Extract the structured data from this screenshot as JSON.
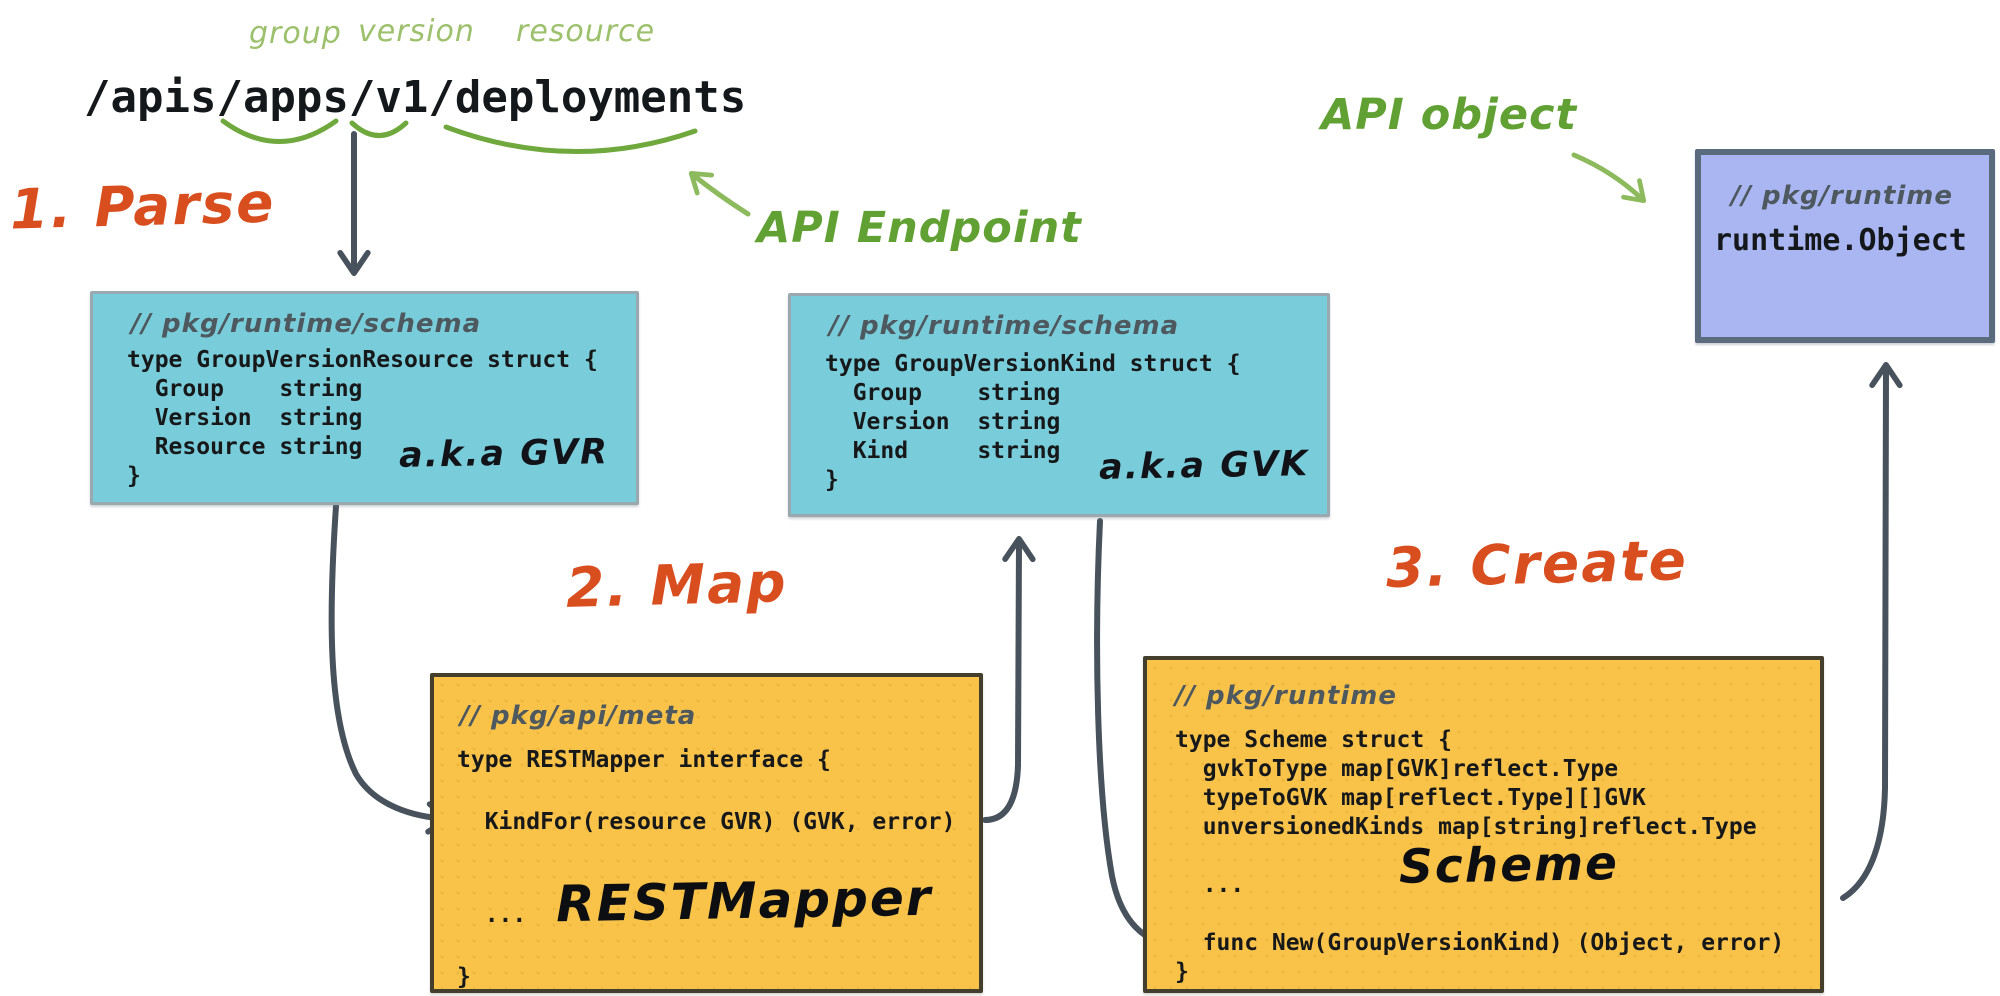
{
  "diagram": {
    "endpoint_path": "/apis/apps/v1/deployments",
    "segment_labels": {
      "group": "group",
      "version": "version",
      "resource": "resource"
    },
    "annotations": {
      "api_endpoint": "API Endpoint",
      "api_object": "API object"
    },
    "steps": {
      "parse": "1. Parse",
      "map": "2. Map",
      "create": "3. Create"
    },
    "boxes": {
      "gvr": {
        "comment": "// pkg/runtime/schema",
        "code": "type GroupVersionResource struct {\n  Group    string\n  Version  string\n  Resource string\n}",
        "aka": "a.k.a GVR"
      },
      "gvk": {
        "comment": "// pkg/runtime/schema",
        "code": "type GroupVersionKind struct {\n  Group    string\n  Version  string\n  Kind     string\n}",
        "aka": "a.k.a GVK"
      },
      "restmapper": {
        "comment": "// pkg/api/meta",
        "code": "type RESTMapper interface {\n\n  KindFor(resource GVR) (GVK, error)\n\n\n  ...\n\n}",
        "name": "RESTMapper"
      },
      "scheme": {
        "comment": "// pkg/runtime",
        "code": "type Scheme struct {\n  gvkToType map[GVK]reflect.Type\n  typeToGVK map[reflect.Type][]GVK\n  unversionedKinds map[string]reflect.Type\n\n  ...\n\n  func New(GroupVersionKind) (Object, error)\n}",
        "name": "Scheme"
      },
      "runtime_object": {
        "comment": "// pkg/runtime",
        "code": "runtime.Object"
      }
    }
  },
  "colors": {
    "teal_box": "#79cdda",
    "orange_box": "#f9c34a",
    "purple_box": "#a9b6f2",
    "green_label_light": "#9cc06c",
    "green_label_dark": "#61a133",
    "green_arrow": "#8cba5d",
    "step_label": "#d94e1f",
    "dark_arrow": "#47525c",
    "comment_text": "#4e585f",
    "code_text": "#16181a"
  }
}
